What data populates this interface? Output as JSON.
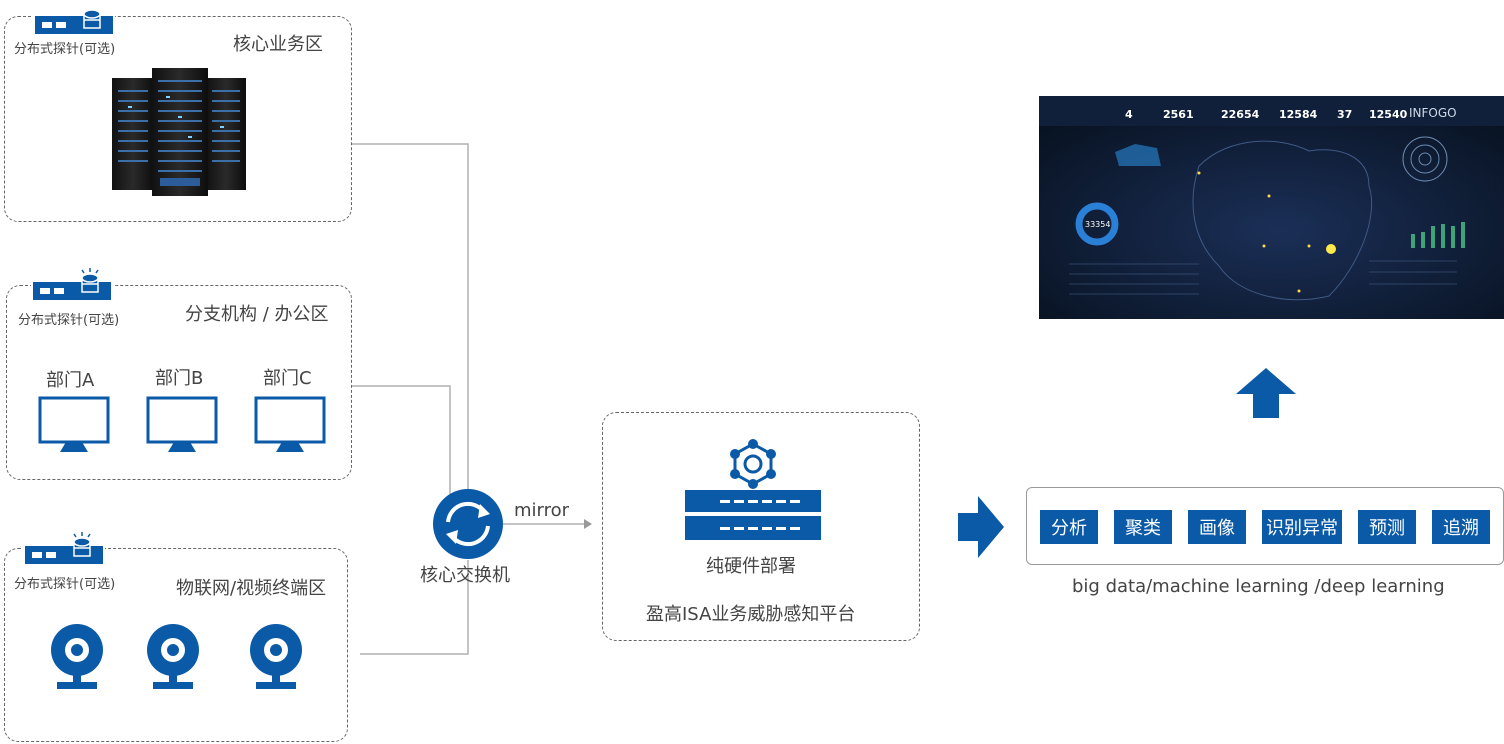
{
  "zones": {
    "core": {
      "title": "核心业务区",
      "probe": "分布式探针(可选)"
    },
    "branch": {
      "title": "分支机构 / 办公区",
      "probe": "分布式探针(可选)",
      "departments": [
        "部门A",
        "部门B",
        "部门C"
      ]
    },
    "iot": {
      "title": "物联网/视频终端区",
      "probe": "分布式探针(可选)"
    }
  },
  "switch": {
    "label": "核心交换机",
    "mirror_label": "mirror"
  },
  "platform": {
    "deploy_label": "纯硬件部署",
    "name": "盈高ISA业务威胁感知平台"
  },
  "capabilities": {
    "items": [
      "分析",
      "聚类",
      "画像",
      "识别异常",
      "预测",
      "追溯"
    ],
    "caption": "big data/machine learning /deep learning"
  },
  "dashboard": {
    "brand": "INFOGO",
    "stats": [
      "4",
      "2561",
      "22654",
      "12584",
      "37",
      "12540"
    ],
    "donut_value": "33354"
  },
  "colors": {
    "brand_blue": "#0a5aa8",
    "line_gray": "#aaaaaa",
    "dash_border": "#666666"
  }
}
